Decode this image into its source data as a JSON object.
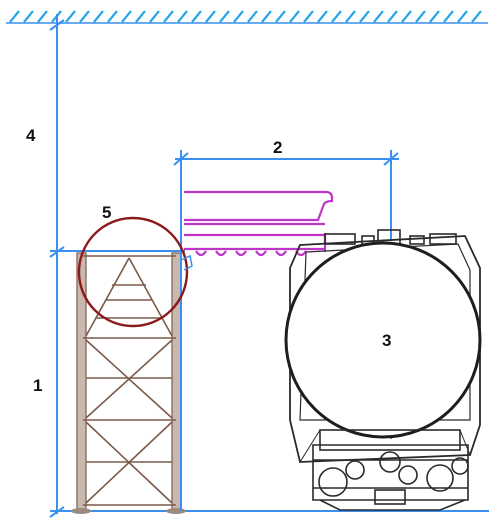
{
  "labels": {
    "dim_1": "1",
    "dim_2": "2",
    "dim_3": "3",
    "dim_4": "4",
    "dim_5": "5"
  },
  "colors": {
    "dimension_lines": "#3a8ff0",
    "ceiling_hatch": "#29a6e8",
    "platform": "#c036c9",
    "highlight_circle": "#8b1a1a",
    "truss": "#7a5a4a"
  },
  "icons": {
    "ceiling": "hatched-ceiling",
    "tower": "lattice-tower",
    "platform": "loading-platform",
    "tank": "tank-wagon",
    "highlight": "highlight-circle"
  }
}
